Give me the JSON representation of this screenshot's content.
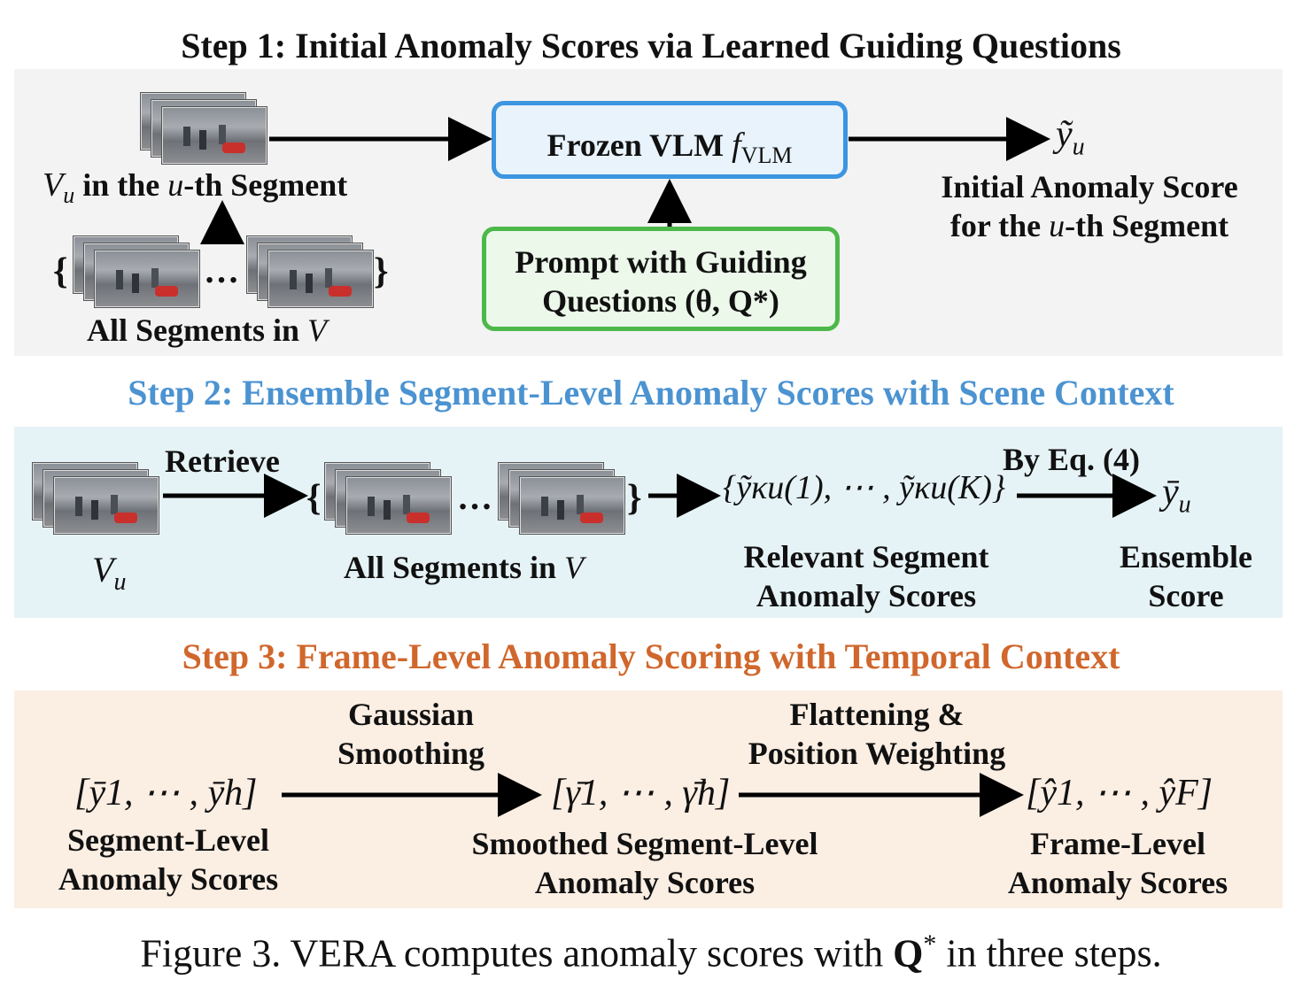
{
  "colors": {
    "step1_bg": "#f3f3f3",
    "step2_bg": "#e6f3f6",
    "step3_bg": "#fbeee3",
    "step2_title": "#4b93d1",
    "step3_title": "#d0672c",
    "vlm_border": "#3c95e0",
    "vlm_fill": "#e8f3fc",
    "prompt_border": "#4db84a",
    "prompt_fill": "#ecf8ea"
  },
  "step1": {
    "title": "Step 1: Initial Anomaly Scores via Learned Guiding Questions",
    "vu_label": "V",
    "vu_sub": "u",
    "vu_suffix": " in the ",
    "vu_u": "u",
    "vu_end": "-th Segment",
    "brace_open": "{",
    "ellipsis": "…",
    "brace_close": "}",
    "all_segments": "All Segments in ",
    "all_segments_v": "V",
    "vlm_label": "Frozen VLM ",
    "vlm_f": "f",
    "vlm_sub": "VLM",
    "prompt_line1": "Prompt with Guiding",
    "prompt_line2": "Questions (θ, Q*)",
    "output_symbol": "ỹ",
    "output_sub": "u",
    "output_line1": "Initial Anomaly Score",
    "output_line2_a": "for the ",
    "output_line2_u": "u",
    "output_line2_b": "-th Segment"
  },
  "step2": {
    "title": "Step 2: Ensemble Segment-Level Anomaly Scores with Scene Context",
    "retrieve": "Retrieve",
    "vu": "V",
    "vu_sub": "u",
    "brace_open": "{",
    "ellipsis": "…",
    "brace_close": "}",
    "all_segments": "All Segments in ",
    "all_segments_v": "V",
    "set_expr": "{ỹκu(1), ⋯ , ỹκu(K)}",
    "by_eq": "By Eq. (4)",
    "ensemble_symbol": "ȳ",
    "ensemble_sub": "u",
    "relevant_line1": "Relevant Segment",
    "relevant_line2": "Anomaly Scores",
    "ensemble_line1": "Ensemble",
    "ensemble_line2": "Score"
  },
  "step3": {
    "title": "Step 3: Frame-Level Anomaly Scoring with Temporal Context",
    "seg_expr": "[ȳ1, ⋯ , ȳh]",
    "seg_line1": "Segment-Level",
    "seg_line2": "Anomaly Scores",
    "gauss_line1": "Gaussian",
    "gauss_line2": "Smoothing",
    "smooth_expr": "[γ̄1, ⋯ , γ̄h]",
    "smooth_line1": "Smoothed Segment-Level",
    "smooth_line2": "Anomaly Scores",
    "flat_line1": "Flattening &",
    "flat_line2": "Position Weighting",
    "frame_expr": "[ŷ1, ⋯ , ŷF]",
    "frame_line1": "Frame-Level",
    "frame_line2": "Anomaly Scores"
  },
  "caption": {
    "prefix": "Figure 3.  VERA computes anomaly scores with ",
    "q": "Q",
    "star": "*",
    "suffix": " in three steps."
  }
}
